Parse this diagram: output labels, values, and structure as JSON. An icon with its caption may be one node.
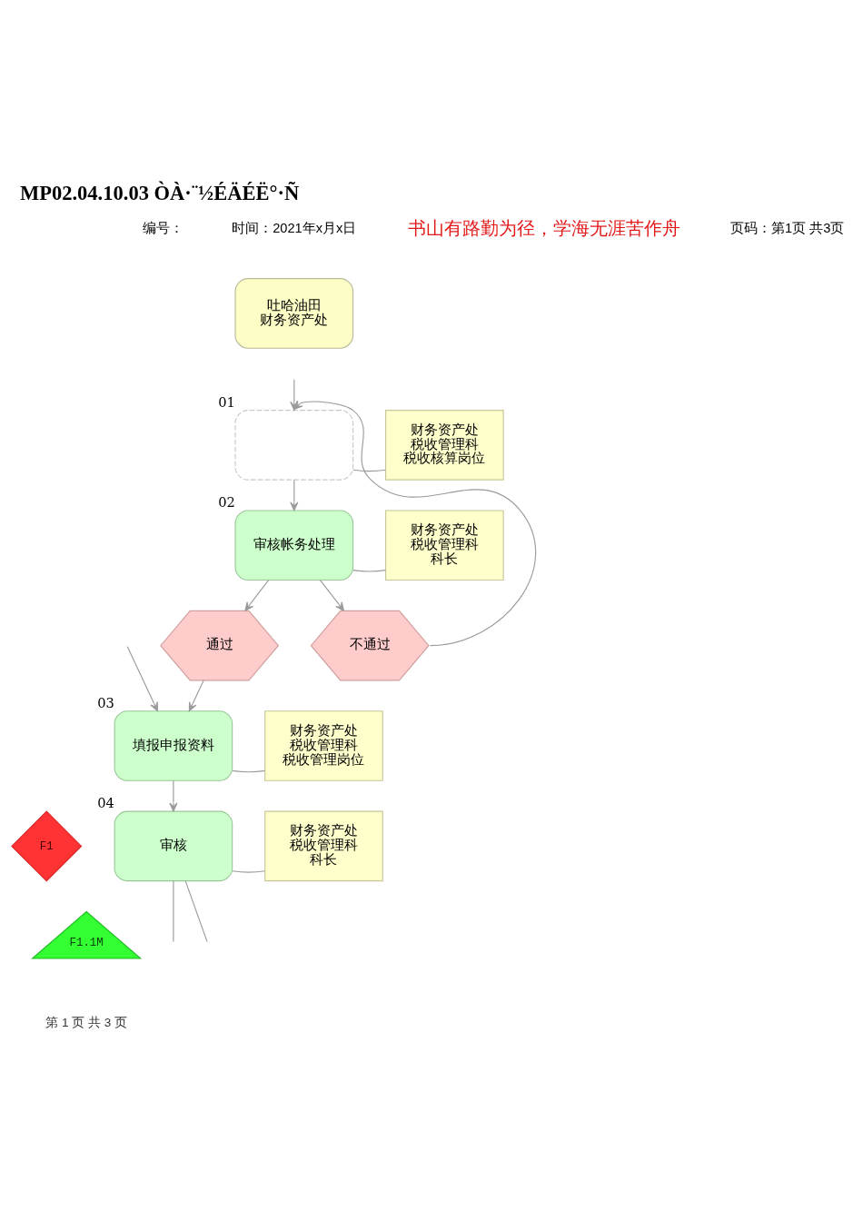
{
  "diagram": {
    "title": "MP02.04.10.03 ÒÀ·¨½ÉÄÉË°·Ñ",
    "nodes": [
      {
        "text": [
          "吐哈油田",
          "财务资产处"
        ]
      },
      {
        "text": [],
        "shape": "box",
        "beside": [
          "01"
        ]
      },
      {
        "text": [
          "财务资产处",
          "税收管理科",
          "税收核算岗位"
        ]
      },
      {
        "text": [
          "审核帐务处理"
        ],
        "beside": [
          "02"
        ]
      },
      {
        "text": [
          "财务资产处",
          "税收管理科",
          "科长"
        ]
      },
      {
        "text": [
          "通过"
        ]
      },
      {
        "text": [
          "不通过"
        ]
      },
      {
        "text": [
          "填报申报资料"
        ],
        "beside": [
          "03"
        ]
      },
      {
        "text": [
          "财务资产处",
          "税收管理科",
          "税收管理岗位"
        ]
      },
      {
        "text": [
          "F1"
        ]
      },
      {
        "text": [
          "审核"
        ],
        "beside": [
          "04"
        ]
      },
      {
        "text": [
          "财务资产处",
          "税收管理科",
          "科长"
        ]
      },
      {
        "text": [
          "F1.1M"
        ]
      }
    ],
    "edges": [
      {
        "from": null,
        "to": 1,
        "arrow": "to"
      },
      {
        "from": 1,
        "to": 2,
        "arrow": "none"
      },
      {
        "from": 1,
        "to": 3,
        "arrow": "to"
      },
      {
        "from": 3,
        "to": 4,
        "arrow": "none"
      },
      {
        "from": 3,
        "to": 5,
        "arrow": "to"
      },
      {
        "from": 3,
        "to": 6,
        "arrow": "to"
      },
      {
        "from": 6,
        "to": 1,
        "arrow": "to"
      },
      {
        "from": 5,
        "to": 7,
        "arrow": "to"
      },
      {
        "from": null,
        "to": 7,
        "arrow": "to"
      },
      {
        "from": 7,
        "to": 8,
        "arrow": "none"
      },
      {
        "from": 7,
        "to": 10,
        "arrow": "to"
      },
      {
        "from": 10,
        "to": 11,
        "arrow": "none"
      },
      {
        "from": 10,
        "to": null,
        "arrow": "none"
      },
      {
        "from": 10,
        "to": null,
        "arrow": "none"
      }
    ],
    "labels": [
      "编号：",
      "时间：2021年x月x日",
      "书山有路勤为径，学海无涯苦作舟",
      "页码：第1页 共3页",
      "第 1 页 共 3 页"
    ]
  }
}
